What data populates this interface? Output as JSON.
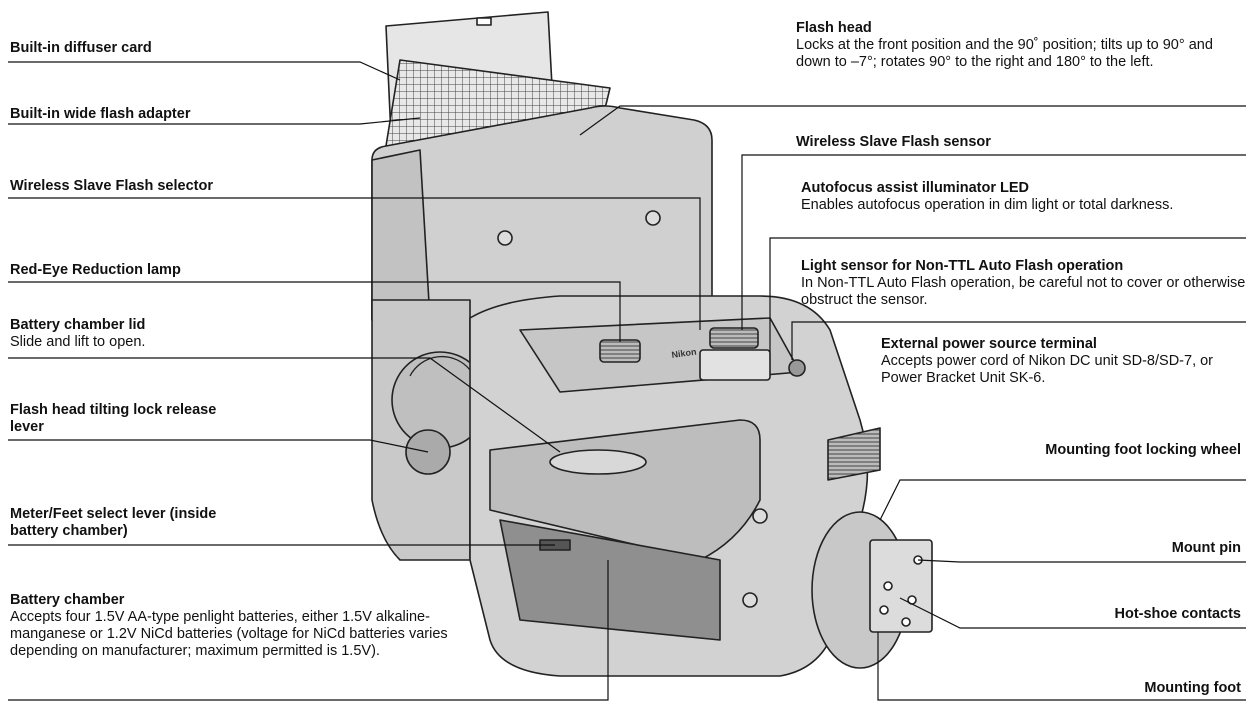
{
  "callouts": {
    "diffuser": {
      "title": "Built-in diffuser card"
    },
    "wide_adapter": {
      "title": "Built-in wide flash adapter"
    },
    "wireless_selector": {
      "title": "Wireless Slave Flash selector"
    },
    "red_eye": {
      "title": "Red-Eye Reduction lamp"
    },
    "battery_lid": {
      "title": "Battery chamber lid",
      "desc": "Slide and lift to open."
    },
    "tilt_lock": {
      "title": "Flash head tilting lock release lever"
    },
    "meter_feet": {
      "title": "Meter/Feet select lever (inside battery chamber)"
    },
    "battery_chamber": {
      "title": "Battery chamber",
      "desc": "Accepts four 1.5V AA-type penlight batteries, either 1.5V alkaline-manganese or 1.2V NiCd batteries (voltage for NiCd batteries varies depending on manufacturer; maximum permitted is 1.5V)."
    },
    "flash_head": {
      "title": "Flash head",
      "desc": "Locks at the front position and the 90˚ position; tilts up to 90° and down to –7°; rotates 90° to the right and 180° to the left."
    },
    "wireless_sensor": {
      "title": "Wireless Slave Flash sensor"
    },
    "af_led": {
      "title": "Autofocus assist illuminator LED",
      "desc": "Enables autofocus operation in dim light or total darkness."
    },
    "light_sensor": {
      "title": "Light sensor for Non-TTL Auto Flash operation",
      "desc": "In Non-TTL Auto Flash operation, be careful not to cover or otherwise obstruct the sensor."
    },
    "ext_power": {
      "title": "External power source terminal",
      "desc": "Accepts power cord of Nikon DC unit SD-8/SD-7, or Power Bracket Unit SK-6."
    },
    "locking_wheel": {
      "title": "Mounting foot locking wheel"
    },
    "mount_pin": {
      "title": "Mount pin"
    },
    "hotshoe": {
      "title": "Hot-shoe contacts"
    },
    "mounting_foot": {
      "title": "Mounting foot"
    }
  },
  "device": {
    "brand": "Nikon"
  },
  "colors": {
    "body": "#cfcfcf",
    "shade": "#bdbdbd",
    "dark": "#777777",
    "line": "#222222"
  }
}
